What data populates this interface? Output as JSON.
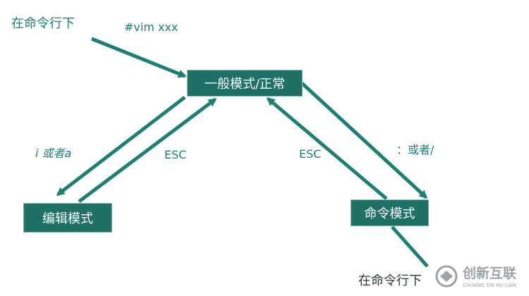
{
  "labels": {
    "cmdline_top": "在命令行下",
    "vim_cmd": "#vim  xxx",
    "i_or_a": "i 或者a",
    "esc_left": "ESC",
    "esc_right": "ESC",
    "colon_or_slash": "：或者/",
    "cmdline_bottom": "在命令行下"
  },
  "nodes": {
    "normal_mode": "一般模式/正常",
    "edit_mode": "编辑模式",
    "command_mode": "命令模式"
  },
  "watermark": {
    "text": "创新互联",
    "sub": "CHUANG XIN HU LIAN"
  },
  "colors": {
    "arrow": "#1e7f75",
    "node_fill": "#1f7165",
    "label_teal": "#1e7f75",
    "watermark": "#9aa3a8"
  }
}
